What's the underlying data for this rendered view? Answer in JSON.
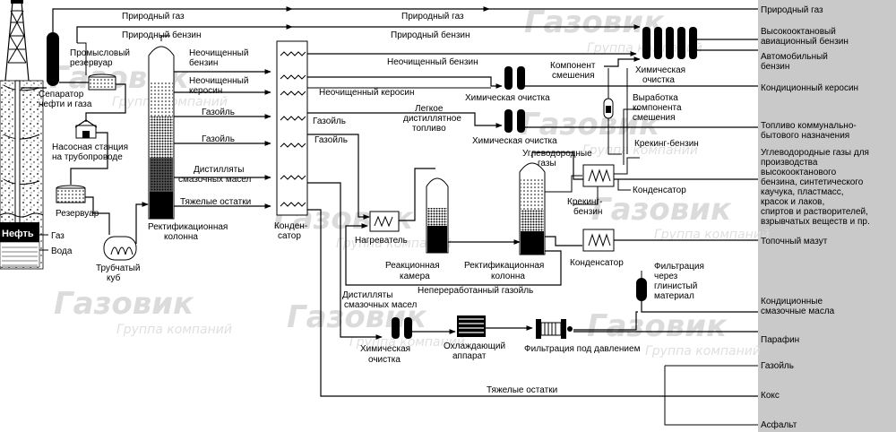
{
  "watermark": {
    "brand": "Газовик",
    "sub": "Группа компаний"
  },
  "sources": {
    "oil": "Нефть",
    "gas": "Газ",
    "water": "Вода"
  },
  "units": {
    "separator": [
      "Сепаратор",
      "нефти и газа"
    ],
    "field_tank": [
      "Промысловый",
      "резервуар"
    ],
    "pump_station": [
      "Насосная станция",
      "на трубопроводе"
    ],
    "reservoir": "Резервуар",
    "tube_still": [
      "Трубчатый",
      "куб"
    ],
    "rect_column": [
      "Ректификационная",
      "колонна"
    ],
    "condenser_main": [
      "Конден-",
      "сатор"
    ],
    "heater": "Нагреватель",
    "reaction_chamber": [
      "Реакционная",
      "камера"
    ],
    "rect_column_2": [
      "Ректификационная",
      "колонна"
    ],
    "chem_purif_1": "Химическая очистка",
    "chem_purif_2": "Химическая очистка",
    "chem_purif_top": [
      "Химическая",
      "очистка"
    ],
    "chem_purif_lub": [
      "Химическая",
      "очистка"
    ],
    "blend_component": [
      "Компонент",
      "смешения"
    ],
    "blend_production": [
      "Выработка",
      "компонента",
      "смешения"
    ],
    "condenser_1": "Конденсатор",
    "condenser_2": "Конденсатор",
    "cooler": [
      "Охлаждающий",
      "аппарат"
    ],
    "pressure_filter": "Фильтрация под давлением",
    "clay_filter": [
      "Фильтрация",
      "через",
      "глинистый",
      "материал"
    ]
  },
  "streams": {
    "natural_gas": "Природный газ",
    "natural_gasoline": "Природный бензин",
    "natural_gasoline_2": "Природный бензин",
    "raw_gasoline_a": [
      "Неочищенный",
      "бензин"
    ],
    "raw_gasoline_b": "Неочищенный бензин",
    "raw_kerosene_a": [
      "Неочищенный",
      "керосин"
    ],
    "raw_kerosene_b": "Неочищенный керосин",
    "gasoil_a": "Газойль",
    "gasoil_b": "Газойль",
    "gasoil_c": "Газойль",
    "gasoil_d": "Газойль",
    "light_distillate": [
      "Легкое",
      "дистиллятное",
      "топливо"
    ],
    "lube_distillates_a": [
      "Дистилляты",
      "смазочных масел"
    ],
    "lube_distillates_b": [
      "Дистилляты",
      "смазочных масел"
    ],
    "heavy_residue_a": "Тяжелые остатки",
    "heavy_residue_b": "Тяжелые остатки",
    "hydrocarbon_gases": [
      "Углеводородные",
      "газы"
    ],
    "cracking_gasoline_a": "Крекинг-бензин",
    "cracking_gasoline_b": [
      "Крекинг-",
      "бензин"
    ],
    "unprocessed_gasoil": "Непереработанный газойль"
  },
  "products": {
    "p1": [
      "Природный газ"
    ],
    "p2": [
      "Высокооктановый",
      "авиационный бензин"
    ],
    "p3": [
      "Автомобильный",
      "бензин"
    ],
    "p4": [
      "Кондиционный керосин"
    ],
    "p5": [
      "Топливо коммунально-",
      "бытового назначения"
    ],
    "p6": [
      "Углеводородные газы для",
      "производства",
      "высокооктанового",
      "бензина, синтетического",
      "каучука, пластмасс,",
      "красок и лаков,",
      "спиртов и растворителей,",
      "взрывчатых веществ и пр."
    ],
    "p7": [
      "Топочный мазут"
    ],
    "p8": [
      "Кондиционные",
      "смазочные масла"
    ],
    "p9": [
      "Парафин"
    ],
    "p10": [
      "Газойль"
    ],
    "p11": [
      "Кокс"
    ],
    "p12": [
      "Асфальт"
    ]
  },
  "colors": {
    "product_panel": "#c9c9c9",
    "ink": "#000000",
    "watermark": "#d8d8d8"
  }
}
